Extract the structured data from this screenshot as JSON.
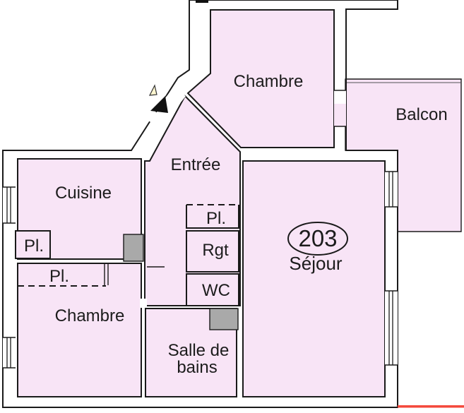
{
  "plan": {
    "title": "apartment-floor-plan",
    "unit_number": "203",
    "labels": {
      "chambre_top": "Chambre",
      "balcon": "Balcon",
      "entree": "Entrée",
      "cuisine": "Cuisine",
      "sejour": "Séjour",
      "chambre_bottom": "Chambre",
      "salle_de_bains_line1": "Salle de",
      "salle_de_bains_line2": "bains",
      "wc": "WC",
      "rangement": "Rgt",
      "placard_cuisine": "Pl.",
      "placard_chambre": "Pl.",
      "placard_entree": "Pl."
    },
    "icons": {
      "entrance_arrow": "entrance-arrow-icon",
      "entrance_marker": "door-marker-icon"
    },
    "colors": {
      "floor": "#f8e4f6",
      "wall": "#a9a9a9",
      "outline": "#1a1a1a",
      "window": "#ffffff",
      "accent_line": "#f4493c",
      "marker_fill": "#fdf6d0"
    }
  }
}
